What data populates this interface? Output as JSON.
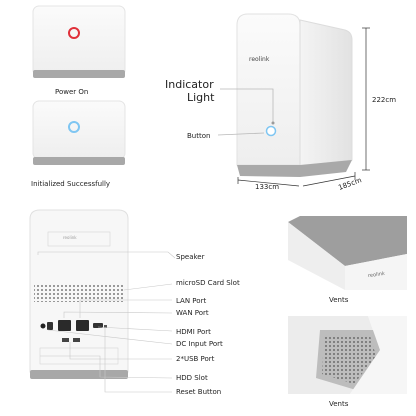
{
  "states": {
    "power_on": "Power On",
    "initialized": "Initialized Successfully"
  },
  "front": {
    "brand": "reolink",
    "indicator_label_line1": "Indicator",
    "indicator_label_line2": "Light",
    "button_label": "Button",
    "height": "222cm",
    "width": "133cm",
    "depth": "185cm"
  },
  "back": {
    "model_text": "reolink",
    "callouts": [
      "Speaker",
      "microSD Card Slot",
      "LAN Port",
      "WAN Port",
      "HDMI Port",
      "DC Input Port",
      "2*USB Port",
      "HDD Slot",
      "Reset Button"
    ]
  },
  "vents": {
    "top_label": "Vents",
    "bottom_label": "Vents",
    "brand": "reolink"
  },
  "colors": {
    "led_red": "#e0303a",
    "led_blue": "#7fc6f2",
    "base_grey": "#a8a8a8"
  }
}
